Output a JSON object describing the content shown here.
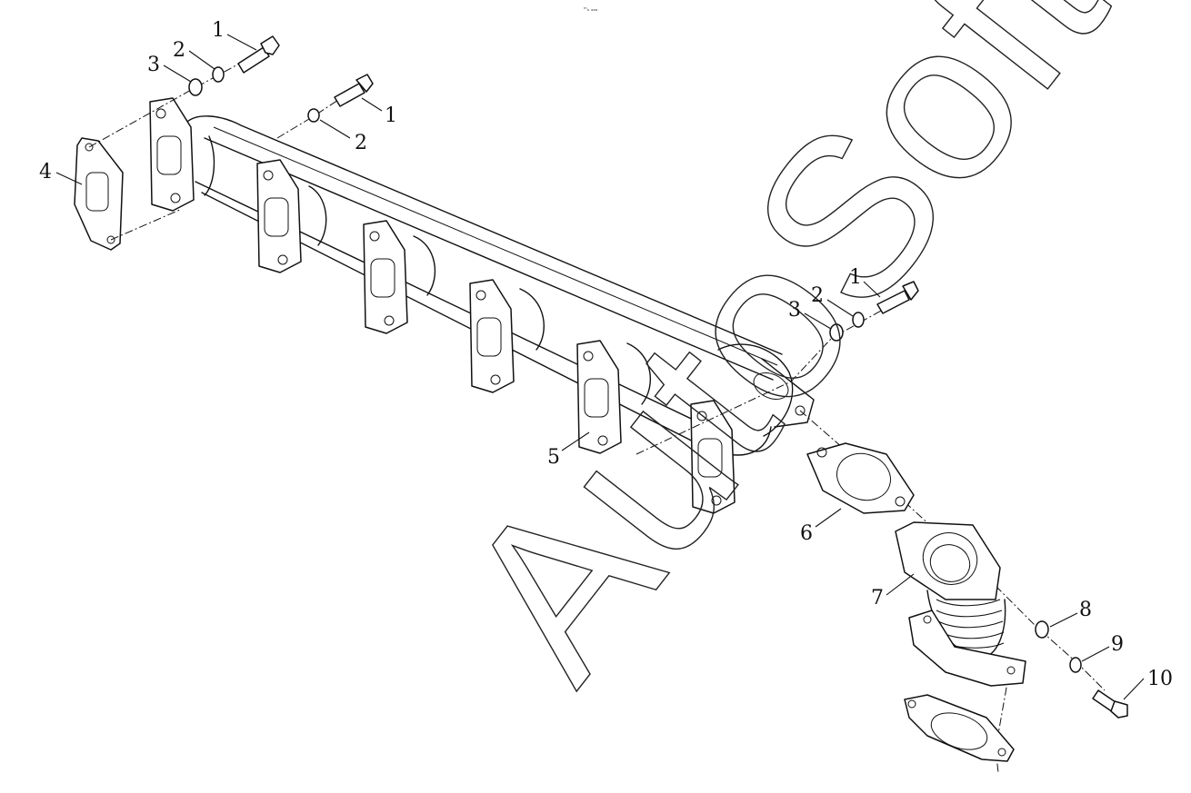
{
  "diagram": {
    "watermark": "AutoSoft",
    "top_mark": "ᵐₒ ₐₐₐ",
    "callouts": [
      {
        "id": "c1a",
        "text": "1"
      },
      {
        "id": "c2a",
        "text": "2"
      },
      {
        "id": "c3a",
        "text": "3"
      },
      {
        "id": "c1b",
        "text": "1"
      },
      {
        "id": "c2b",
        "text": "2"
      },
      {
        "id": "c4",
        "text": "4"
      },
      {
        "id": "c1c",
        "text": "1"
      },
      {
        "id": "c2c",
        "text": "2"
      },
      {
        "id": "c3c",
        "text": "3"
      },
      {
        "id": "c5",
        "text": "5"
      },
      {
        "id": "c6",
        "text": "6"
      },
      {
        "id": "c7",
        "text": "7"
      },
      {
        "id": "c8",
        "text": "8"
      },
      {
        "id": "c9",
        "text": "9"
      },
      {
        "id": "c10",
        "text": "10"
      }
    ]
  }
}
